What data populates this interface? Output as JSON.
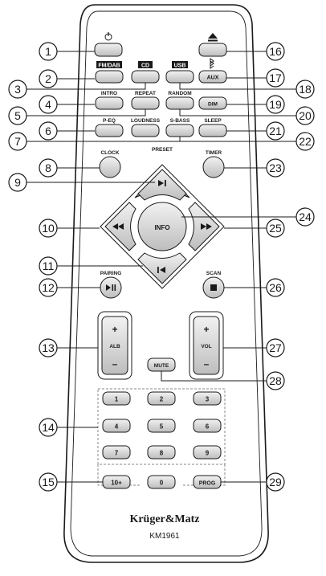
{
  "top_labels": {
    "fm_dab": "FM/DAB",
    "cd": "CD",
    "usb": "USB",
    "aux": "AUX",
    "intro": "INTRO",
    "repeat": "REPEAT",
    "random": "RANDOM",
    "dim": "DIM",
    "p_eq": "P-EQ",
    "loudness": "LOUDNESS",
    "s_bass": "S-BASS",
    "sleep": "SLEEP",
    "clock": "CLOCK",
    "preset": "PRESET",
    "timer": "TIMER",
    "info": "INFO",
    "pairing": "PAIRING",
    "scan": "SCAN",
    "alb": "ALB",
    "vol": "VOL",
    "mute": "MUTE",
    "plus": "+",
    "minus": "–",
    "ten_plus": "10+",
    "prog": "PROG"
  },
  "keypad": [
    "1",
    "2",
    "3",
    "4",
    "5",
    "6",
    "7",
    "8",
    "9"
  ],
  "zero": "0",
  "brand": "Krüger&Matz",
  "model": "KM1961",
  "callouts": [
    "1",
    "2",
    "3",
    "4",
    "5",
    "6",
    "7",
    "8",
    "9",
    "10",
    "11",
    "12",
    "13",
    "14",
    "15",
    "16",
    "17",
    "18",
    "19",
    "20",
    "21",
    "22",
    "23",
    "24",
    "25",
    "26",
    "27",
    "28",
    "29"
  ],
  "icons": {
    "power": "power-icon",
    "eject": "eject-icon",
    "bluetooth": "bluetooth-icon",
    "play_pause": "play-pause-icon",
    "stop": "stop-icon",
    "next": "skip-next-icon",
    "prev": "skip-prev-icon",
    "fast_forward": "fast-forward-icon",
    "rewind": "rewind-icon"
  },
  "colors": {
    "ink": "#1a1a1a",
    "key_fill": "#d9d9d9",
    "body_fill": "#ffffff"
  }
}
